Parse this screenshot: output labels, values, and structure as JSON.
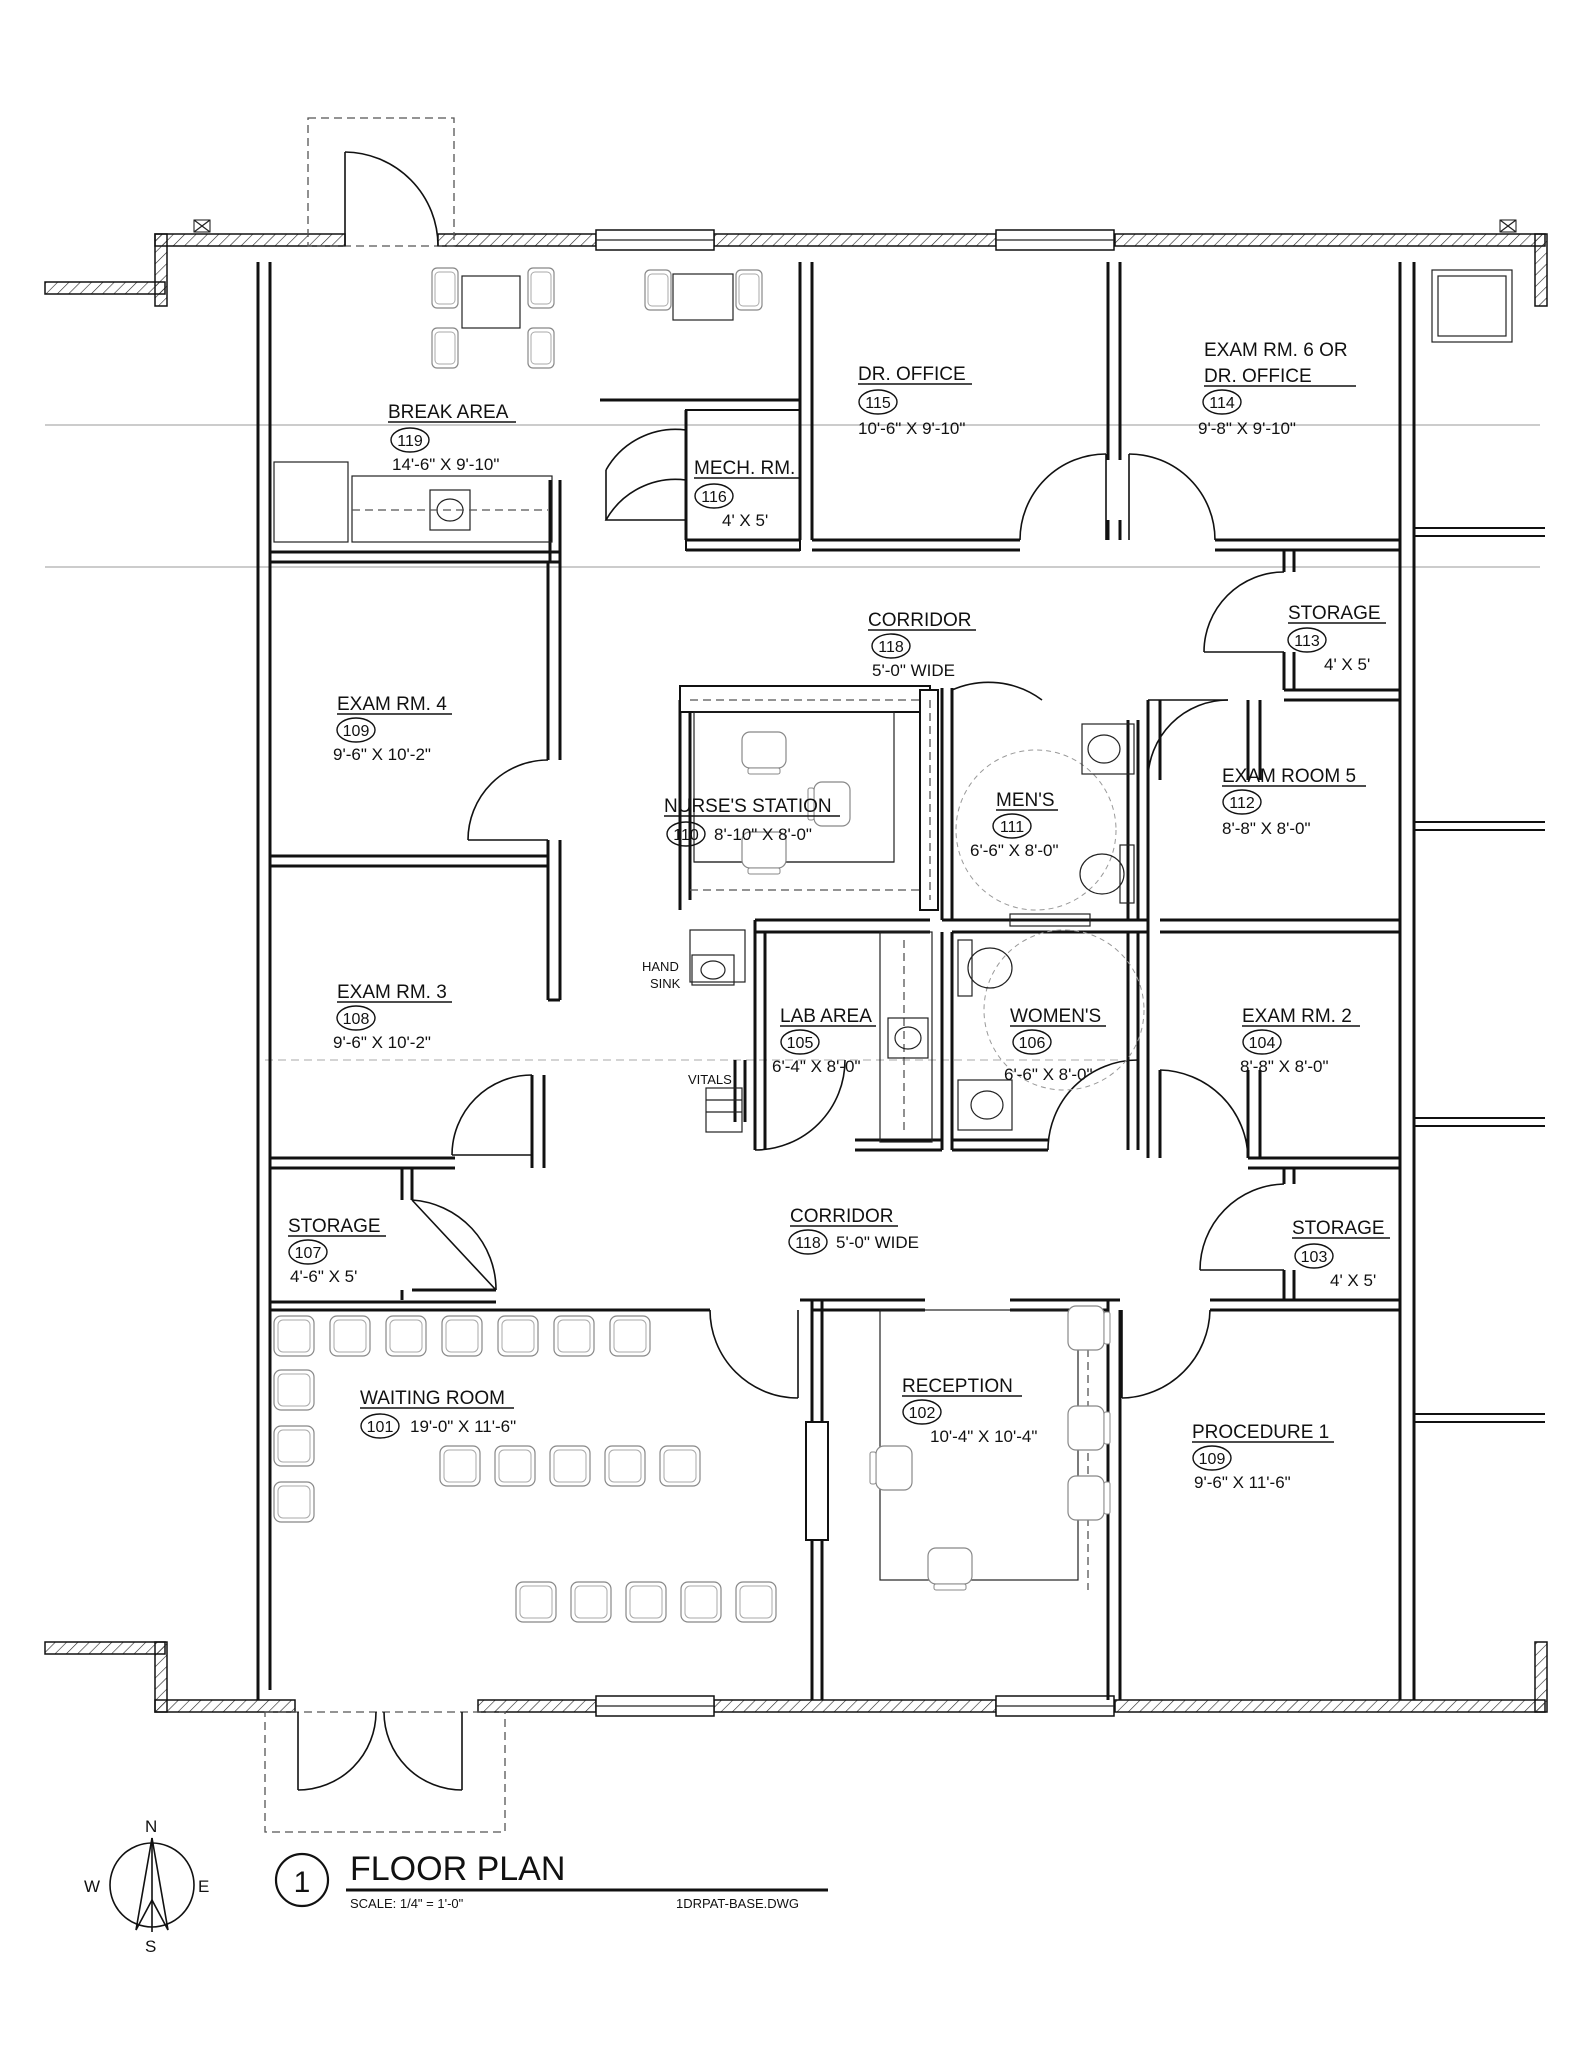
{
  "rooms": {
    "break_area": {
      "name": "BREAK AREA",
      "number": "119",
      "dims": "14'-6\" X 9'-10\""
    },
    "mech": {
      "name": "MECH. RM.",
      "number": "116",
      "dims": "4' X 5'"
    },
    "dr_office": {
      "name": "DR. OFFICE",
      "number": "115",
      "dims": "10'-6\" X 9'-10\""
    },
    "exam6": {
      "name_line1": "EXAM RM. 6 OR",
      "name_line2": "DR. OFFICE",
      "number": "114",
      "dims": "9'-8\" X 9'-10\""
    },
    "corridor_top": {
      "name": "CORRIDOR",
      "number": "118",
      "dims": "5'-0\" WIDE"
    },
    "storage113": {
      "name": "STORAGE",
      "number": "113",
      "dims": "4' X 5'"
    },
    "exam4": {
      "name": "EXAM RM. 4",
      "number": "109",
      "dims": "9'-6\" X 10'-2\""
    },
    "nurse": {
      "name": "NURSE'S STATION",
      "number": "110",
      "dims": "8'-10\" X 8'-0\""
    },
    "mens": {
      "name": "MEN'S",
      "number": "111",
      "dims": "6'-6\" X 8'-0\""
    },
    "exam5": {
      "name": "EXAM ROOM 5",
      "number": "112",
      "dims": "8'-8\" X 8'-0\""
    },
    "exam3": {
      "name": "EXAM RM. 3",
      "number": "108",
      "dims": "9'-6\" X 10'-2\""
    },
    "lab": {
      "name": "LAB AREA",
      "number": "105",
      "dims": "6'-4\" X 8'-0\""
    },
    "womens": {
      "name": "WOMEN'S",
      "number": "106",
      "dims": "6'-6\" X 8'-0\""
    },
    "exam2": {
      "name": "EXAM RM. 2",
      "number": "104",
      "dims": "8'-8\" X 8'-0\""
    },
    "storage107": {
      "name": "STORAGE",
      "number": "107",
      "dims": "4'-6\" X 5'"
    },
    "corridor_bottom": {
      "name": "CORRIDOR",
      "number": "118",
      "dims": "5'-0\" WIDE"
    },
    "storage103": {
      "name": "STORAGE",
      "number": "103",
      "dims": "4' X 5'"
    },
    "waiting": {
      "name": "WAITING ROOM",
      "number": "101",
      "dims": "19'-0\" X 11'-6\""
    },
    "reception": {
      "name": "RECEPTION",
      "number": "102",
      "dims": "10'-4\" X 10'-4\""
    },
    "procedure": {
      "name": "PROCEDURE 1",
      "number": "109",
      "dims": "9'-6\" X 11'-6\""
    }
  },
  "fixtures": {
    "hand_sink_line1": "HAND",
    "hand_sink_line2": "SINK",
    "vitals": "VITALS"
  },
  "title_block": {
    "number": "1",
    "title": "FLOOR PLAN",
    "scale": "SCALE: 1/4\" = 1'-0\"",
    "file": "1DRPAT-BASE.DWG"
  },
  "compass": {
    "n": "N",
    "s": "S",
    "e": "E",
    "w": "W"
  }
}
